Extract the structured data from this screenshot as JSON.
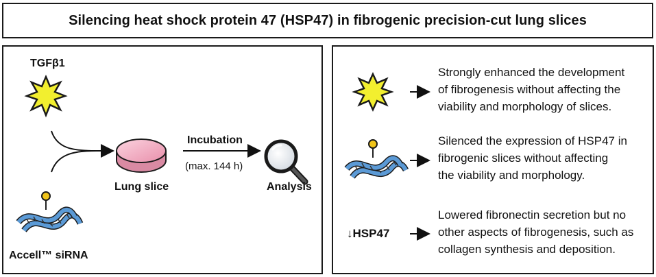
{
  "title": "Silencing heat shock protein 47 (HSP47) in fibrogenic precision-cut lung slices",
  "left_panel": {
    "tgf_label": "TGFβ1",
    "sirna_label": "Accell™ siRNA",
    "slice_label": "Lung slice",
    "incubation_label": "Incubation",
    "incubation_time": "(max. 144 h)",
    "analysis_label": "Analysis"
  },
  "right_panel": {
    "rows": [
      {
        "icon": "star-burst-icon",
        "lines": [
          "Strongly enhanced the development",
          "of fibrogenesis without affecting the",
          "viability and morphology of slices."
        ]
      },
      {
        "icon": "sirna-helix-icon",
        "lines": [
          "Silenced the expression of HSP47 in",
          "fibrogenic slices without affecting",
          "the viability and morphology."
        ]
      },
      {
        "icon": "hsp47-down-label",
        "label": "↓HSP47",
        "lines": [
          "Lowered fibronectin secretion but no",
          "other aspects of fibrogenesis, such as",
          "collagen synthesis and deposition."
        ]
      }
    ]
  },
  "colors": {
    "star": "#f2ef2f",
    "slice": "#f3b6c6",
    "helix": "#5b9ad6",
    "cap": "#f0c419"
  }
}
